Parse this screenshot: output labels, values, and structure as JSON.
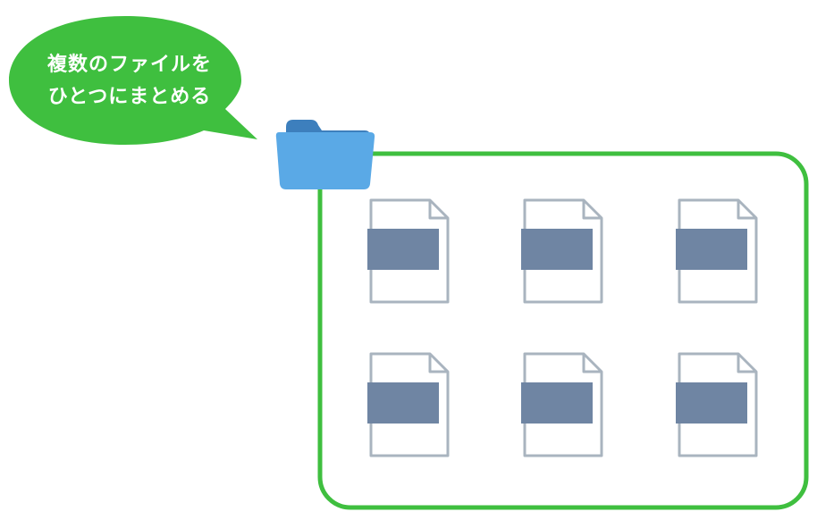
{
  "speech_bubble": {
    "line1": "複数のファイルを",
    "line2": "ひとつにまとめる"
  },
  "icons": {
    "folder": "folder-icon",
    "file": "file-icon"
  },
  "files": {
    "count": 6,
    "rows": 2,
    "columns": 3
  },
  "colors": {
    "bubble": "#3fbf3f",
    "container_border": "#3fbf3f",
    "folder_front": "#5aa9e6",
    "folder_back": "#3d7fbd",
    "file_outline": "#a9b4bf",
    "file_label": "#6f85a3"
  }
}
